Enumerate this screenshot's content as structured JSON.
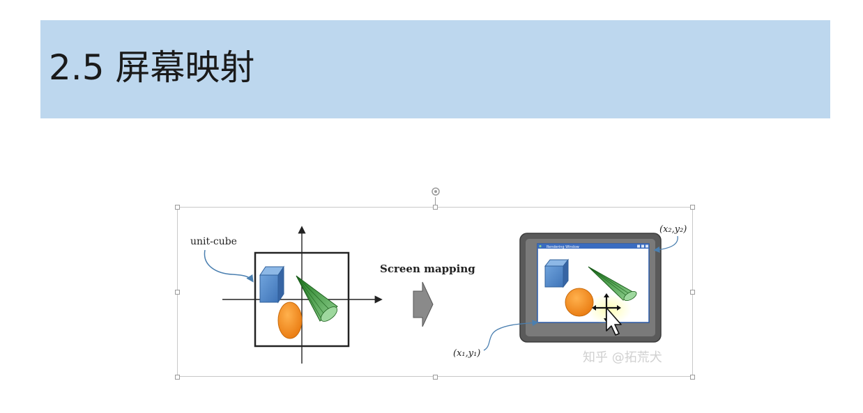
{
  "slide": {
    "title": "2.5 屏幕映射"
  },
  "figure": {
    "left_label": "unit-cube",
    "arrow_label": "Screen mapping",
    "window_title": "Rendering Window",
    "coord_bottom_left": "(x₁,y₁)",
    "coord_top_right": "(x₂,y₂)",
    "watermark": "知乎 @拓荒犬"
  },
  "colors": {
    "title_background": "#bdd7ee",
    "cube_blue": "#4f86c6",
    "cone_green": "#3d9a3d",
    "sphere_orange": "#f28c1e",
    "frame_dark": "#555555"
  },
  "icons": {
    "rotate": "rotate-handle-icon",
    "cursor": "mouse-pointer-icon",
    "move": "move-cursor-icon"
  }
}
